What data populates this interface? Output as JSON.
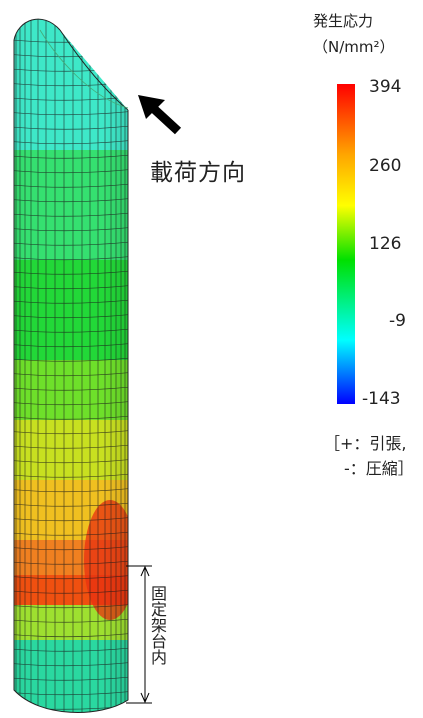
{
  "legend": {
    "title": "発生応力",
    "unit": "（N/mm²）",
    "ticks": [
      "394",
      "260",
      "126",
      "-9",
      "-143"
    ],
    "values": [
      394,
      260,
      126,
      -9,
      -143
    ],
    "colors": [
      "#ff0000",
      "#ffa500",
      "#ffff00",
      "#00e000",
      "#00ffff",
      "#0000ff"
    ],
    "note_line1": "［+：引張,",
    "note_line2": "-：圧縮］"
  },
  "labels": {
    "load_direction": "載荷方向",
    "fixed_section": "固定架台内"
  }
}
